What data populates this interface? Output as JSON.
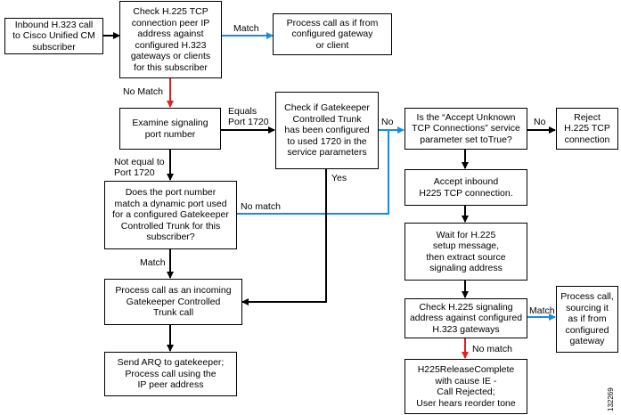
{
  "boxes": {
    "inbound_call": "Inbound H.323 call\nto Cisco Unified CM\nsubscriber",
    "check_h225_peer": "Check H.225 TCP\nconnection peer IP\naddress against\nconfigured H.323\ngateways or clients\nfor this subscriber",
    "process_as_gateway": "Process call as if from\nconfigured gateway\nor client",
    "examine_port": "Examine signaling\nport number",
    "check_gatekeeper_trunk": "Check if Gatekeeper\nControlled Trunk\nhas been configured\nto used 1720 in the\nservice parameters",
    "accept_unknown_param": "Is the “Accept Unknown\nTCP Connections” service\nparameter set toTrue?",
    "reject_connection": "Reject\nH.225 TCP\nconnection",
    "dynamic_port_match": "Does the port number\nmatch a dynamic port used\nfor a configured Gatekeeper\nControlled Trunk for this\nsubscriber?",
    "accept_inbound": "Accept inbound\nH225 TCP connection.",
    "wait_setup": "Wait for H.225\nsetup message,\nthen extract source\nsignaling address",
    "process_incoming_trunk": "Process call as an incoming\nGatekeeper Controlled\nTrunk call",
    "check_signaling_addr": "Check H.225 signaling\naddress against configured\nH.323 gateways",
    "process_sourcing_gateway": "Process call,\nsourcing it\nas if from\nconfigured\ngateway",
    "send_arq": "Send ARQ to gatekeeper;\nProcess call using the\nIP peer address",
    "release_complete": "H225ReleaseComplete\nwith cause IE -\nCall Rejected;\nUser hears reorder tone"
  },
  "labels": {
    "match_1": "Match",
    "no_match_1": "No Match",
    "equals_1720": "Equals\nPort 1720",
    "not_equal_1720": "Not equal to\nPort 1720",
    "no_1": "No",
    "no_2": "No",
    "yes_1": "Yes",
    "no_match_2": "No match",
    "match_2": "Match",
    "match_3": "Match",
    "no_match_3": "No match"
  },
  "figure_id": "132269",
  "colors": {
    "blue_arrow": "#1a8ce0",
    "red_arrow": "#e02020",
    "black_arrow": "#000000"
  }
}
